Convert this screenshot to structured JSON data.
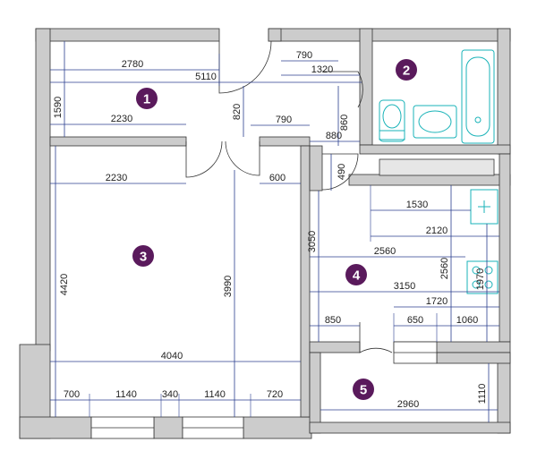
{
  "colors": {
    "wall": "#cccccc",
    "wall_edge": "#333333",
    "dim_line": "#2b3f8f",
    "fixture": "#19b3b8",
    "badge": "#5a1a5c"
  },
  "rooms": [
    {
      "id": "room-1",
      "label": "1"
    },
    {
      "id": "room-2",
      "label": "2"
    },
    {
      "id": "room-3",
      "label": "3"
    },
    {
      "id": "room-4",
      "label": "4"
    },
    {
      "id": "room-5",
      "label": "5"
    }
  ],
  "dimensions": {
    "d2780": "2780",
    "d5110": "5110",
    "d790a": "790",
    "d1320": "1320",
    "d1590": "1590",
    "d2230a": "2230",
    "d820": "820",
    "d790b": "790",
    "d880": "880",
    "d860": "860",
    "d2230b": "2230",
    "d600": "600",
    "d490": "490",
    "d1530": "1530",
    "d2120": "2120",
    "d3050": "3050",
    "d2560h": "2560",
    "d2560v": "2560",
    "d4420": "4420",
    "d3990": "3990",
    "d3150": "3150",
    "d1970": "1970",
    "d1720": "1720",
    "d850": "850",
    "d650": "650",
    "d1060": "1060",
    "d4040": "4040",
    "d700": "700",
    "d1140a": "1140",
    "d340": "340",
    "d1140b": "1140",
    "d720": "720",
    "d2960": "2960",
    "d1110": "1110"
  }
}
